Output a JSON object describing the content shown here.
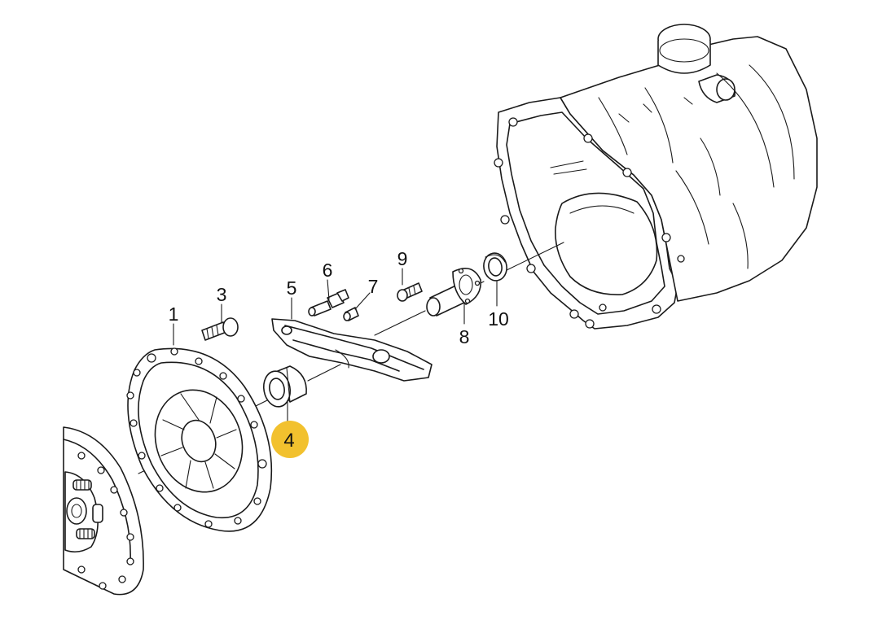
{
  "diagram": {
    "callouts": [
      {
        "id": "1",
        "label": "1"
      },
      {
        "id": "3",
        "label": "3"
      },
      {
        "id": "4",
        "label": "4"
      },
      {
        "id": "5",
        "label": "5"
      },
      {
        "id": "6",
        "label": "6"
      },
      {
        "id": "7",
        "label": "7"
      },
      {
        "id": "8",
        "label": "8"
      },
      {
        "id": "9",
        "label": "9"
      },
      {
        "id": "10",
        "label": "10"
      }
    ],
    "highlighted_callout": "4",
    "colors": {
      "highlight": "#f2c12e",
      "line": "#1a1a1a",
      "background": "#ffffff"
    }
  }
}
